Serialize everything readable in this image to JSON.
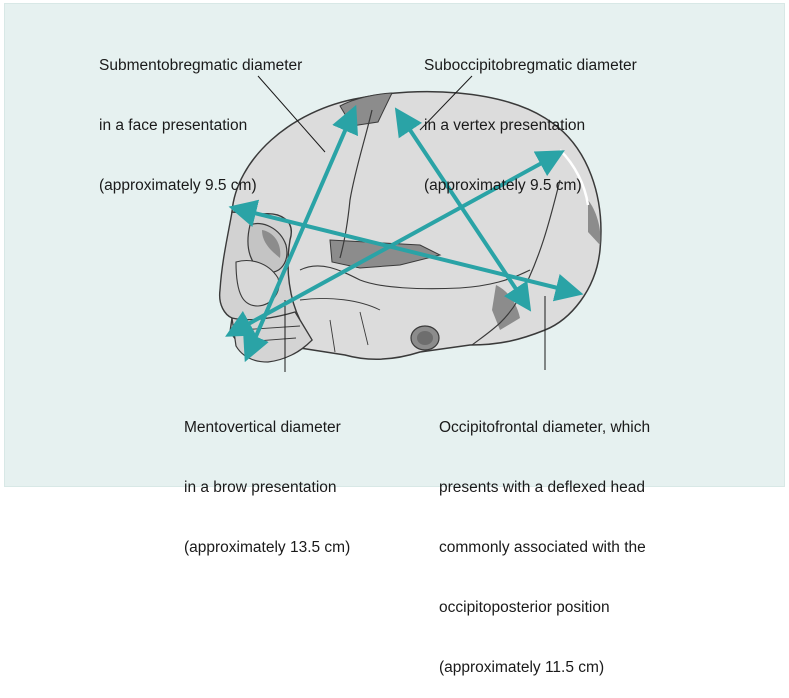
{
  "labels": {
    "submentobregmatic": [
      "Submentobregmatic diameter",
      "in a face presentation",
      "(approximately 9.5 cm)"
    ],
    "suboccipitobregmatic": [
      "Suboccipitobregmatic diameter",
      "in a vertex presentation",
      "(approximately 9.5 cm)"
    ],
    "mentovertical": [
      "Mentovertical diameter",
      "in a brow presentation",
      "(approximately 13.5 cm)"
    ],
    "occipitofrontal": [
      "Occipitofrontal diameter, which",
      "presents with a deflexed head",
      "commonly associated with the",
      "occipitoposterior position",
      "(approximately 11.5 cm)"
    ]
  },
  "colors": {
    "background": "#e6f1f0",
    "skull": "#dcdcdc",
    "bone_dark": "#8c8c8c",
    "arrow": "#2aa3a6",
    "outline": "#3a3a3a"
  }
}
